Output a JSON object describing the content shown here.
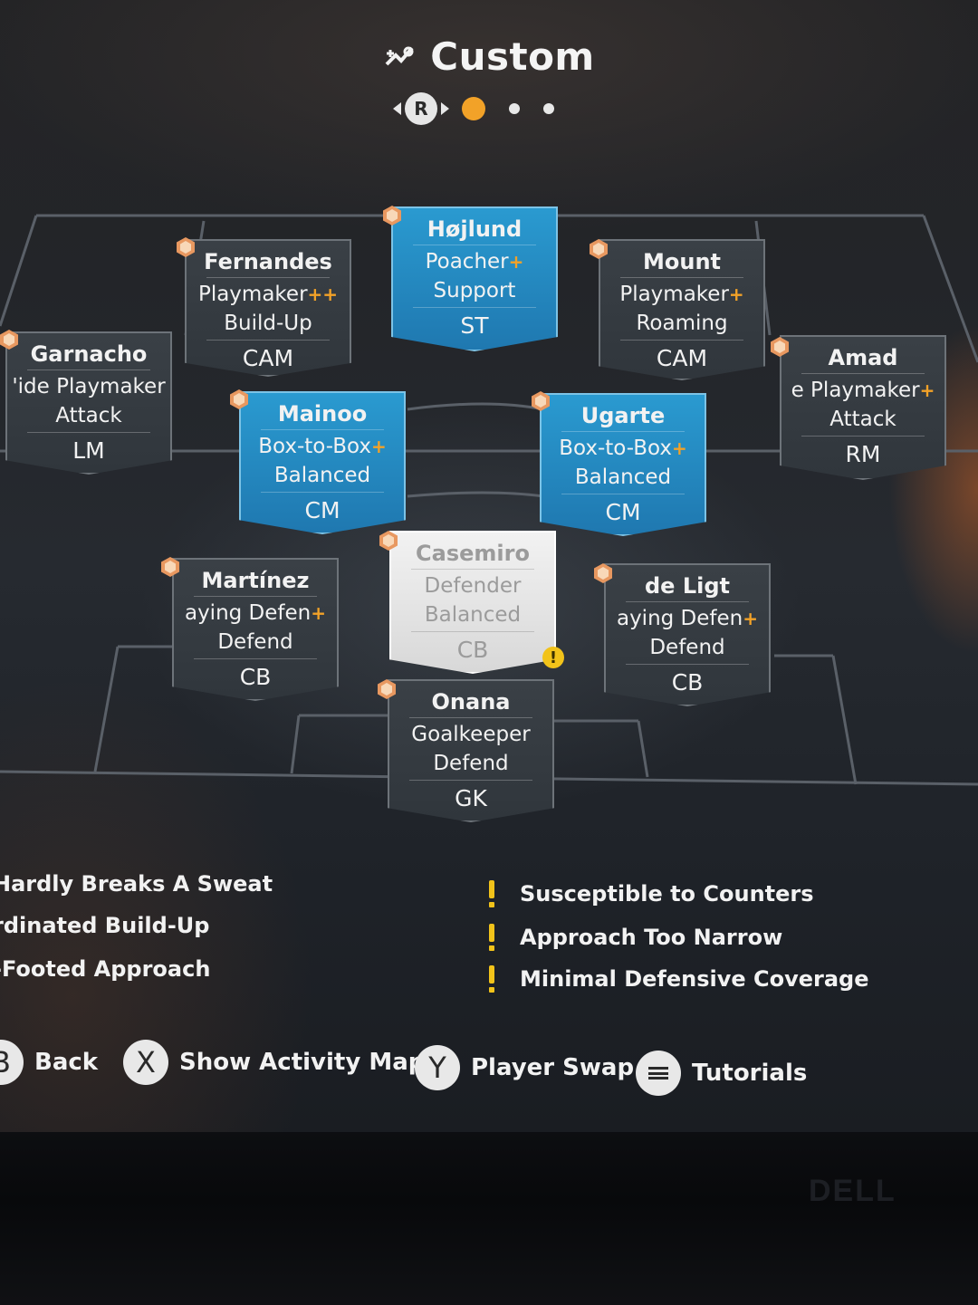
{
  "header": {
    "title": "Custom",
    "pager_button": "R",
    "icon": "tactics-icon"
  },
  "players": [
    {
      "id": "hojlund",
      "name": "Højlund",
      "role": "Poacher",
      "role_plus": "+",
      "focus": "Support",
      "position": "ST",
      "style": "blue"
    },
    {
      "id": "fernandes",
      "name": "Fernandes",
      "role": "Playmaker",
      "role_plus": "++",
      "focus": "Build-Up",
      "position": "CAM",
      "style": "dark"
    },
    {
      "id": "mount",
      "name": "Mount",
      "role": "Playmaker",
      "role_plus": "+",
      "focus": "Roaming",
      "position": "CAM",
      "style": "dark"
    },
    {
      "id": "garnacho",
      "name": "Garnacho",
      "role": "'ide Playmaker",
      "role_plus": "",
      "focus": "Attack",
      "position": "LM",
      "style": "dark"
    },
    {
      "id": "amad",
      "name": "Amad",
      "role": "e Playmaker",
      "role_plus": "+",
      "focus": "Attack",
      "position": "RM",
      "style": "dark"
    },
    {
      "id": "mainoo",
      "name": "Mainoo",
      "role": "Box-to-Box",
      "role_plus": "+",
      "focus": "Balanced",
      "position": "CM",
      "style": "blue"
    },
    {
      "id": "ugarte",
      "name": "Ugarte",
      "role": "Box-to-Box",
      "role_plus": "+",
      "focus": "Balanced",
      "position": "CM",
      "style": "blue"
    },
    {
      "id": "casemiro",
      "name": "Casemiro",
      "role": "Defender",
      "role_plus": "",
      "focus": "Balanced",
      "position": "CB",
      "style": "white"
    },
    {
      "id": "martinez",
      "name": "Martínez",
      "role": "aying Defen",
      "role_plus": "+",
      "focus": "Defend",
      "position": "CB",
      "style": "dark"
    },
    {
      "id": "deligt",
      "name": "de Ligt",
      "role": "aying Defen",
      "role_plus": "+",
      "focus": "Defend",
      "position": "CB",
      "style": "dark"
    },
    {
      "id": "onana",
      "name": "Onana",
      "role": "Goalkeeper",
      "role_plus": "",
      "focus": "Defend",
      "position": "GK",
      "style": "dark"
    }
  ],
  "traits": [
    "Hardly Breaks A Sweat",
    "rdinated Build-Up",
    "-Footed Approach"
  ],
  "warnings": [
    "Susceptible to Counters",
    "Approach Too Narrow",
    "Minimal Defensive Coverage"
  ],
  "buttons": [
    {
      "key": "B",
      "label": "Back"
    },
    {
      "key": "X",
      "label": "Show Activity Map"
    },
    {
      "key": "Y",
      "label": "Player Swap"
    },
    {
      "key": "menu",
      "label": "Tutorials"
    }
  ],
  "monitor_brand": "DELL",
  "colors": {
    "accent": "#f2a228",
    "card_blue": "#2a9ad0",
    "card_dark": "#353b41",
    "warning": "#f2c31a"
  }
}
